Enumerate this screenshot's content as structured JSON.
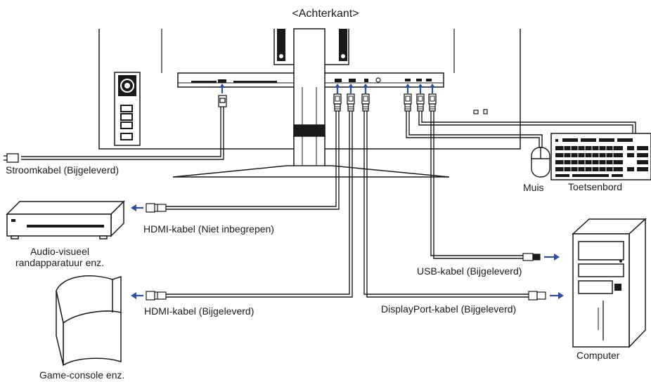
{
  "title": "<Achterkant>",
  "labels": {
    "power_cable": "Stroomkabel (Bijgeleverd)",
    "hdmi_not_included": "HDMI-kabel (Niet inbegrepen)",
    "hdmi_included": "HDMI-kabel (Bijgeleverd)",
    "usb_cable": "USB-kabel (Bijgeleverd)",
    "displayport_cable": "DisplayPort-kabel (Bijgeleverd)",
    "mouse": "Muis",
    "keyboard": "Toetsenbord",
    "av_device_line1": "Audio-visueel",
    "av_device_line2": "randapparatuur enz.",
    "game_console": "Game-console enz.",
    "computer": "Computer"
  },
  "colors": {
    "line": "#1a1a1a",
    "arrow": "#2d4f9a",
    "background": "#ffffff"
  },
  "icons": [
    "monitor-back",
    "power-plug",
    "hdmi-plug",
    "displayport-plug",
    "usb-plug",
    "mouse",
    "keyboard",
    "av-device",
    "game-console",
    "computer-tower",
    "arrow-up",
    "arrow-left",
    "arrow-right"
  ]
}
